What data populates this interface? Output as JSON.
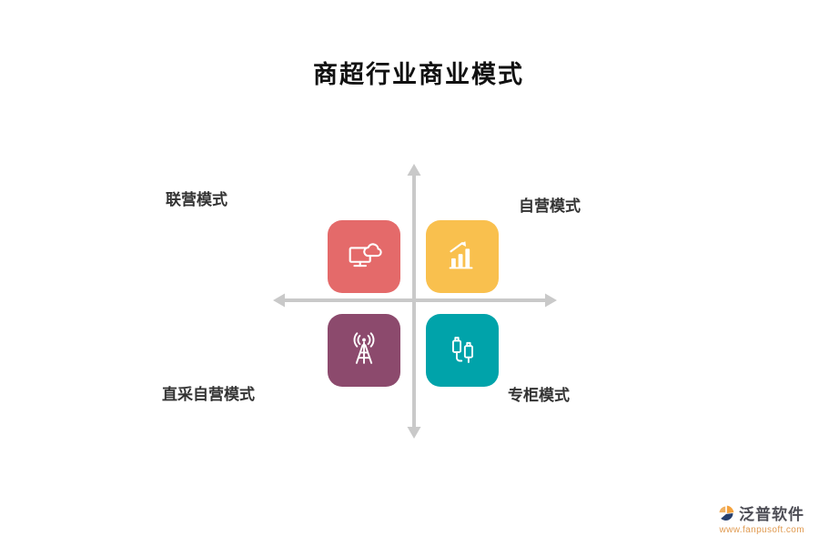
{
  "title": "商超行业商业模式",
  "quadrants": [
    {
      "position": "top-left",
      "label": "联营模式",
      "color": "#e46a6a",
      "icon": "monitor-cloud-icon"
    },
    {
      "position": "top-right",
      "label": "自营模式",
      "color": "#f9c04e",
      "icon": "bar-chart-icon"
    },
    {
      "position": "bottom-left",
      "label": "直采自营模式",
      "color": "#8c4a6d",
      "icon": "signal-tower-icon"
    },
    {
      "position": "bottom-right",
      "label": "专柜模式",
      "color": "#00a3aa",
      "icon": "usb-cable-icon"
    }
  ],
  "axes": {
    "color": "#c9c9c9"
  },
  "branding": {
    "name": "泛普软件",
    "url": "www.fanpusoft.com",
    "accent": "#e09a50"
  }
}
